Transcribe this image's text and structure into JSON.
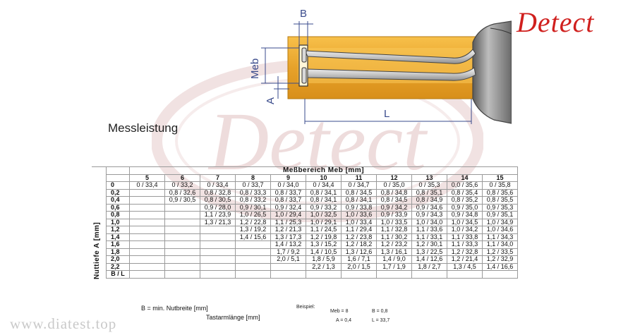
{
  "brand": "Detect",
  "watermark": "Detect",
  "url": "www.diatest.top",
  "heading": "Messleistung",
  "diagram": {
    "labels": {
      "b": "B",
      "meb": "Meb",
      "a": "A",
      "l": "L"
    },
    "colors": {
      "block": "#e2a126",
      "block_light": "#f4c55c",
      "dim": "#3a4b8c"
    }
  },
  "table": {
    "title": "Meßbereich   Meb   [mm]",
    "side_label": "Nuttiefe   A   [mm]",
    "columns": [
      "5",
      "6",
      "7",
      "8",
      "9",
      "10",
      "11",
      "12",
      "13",
      "14",
      "15"
    ],
    "rows": [
      {
        "a": "0",
        "cells": [
          "0 / 33,4",
          "0 / 33,2",
          "0 / 33,4",
          "0 / 33,7",
          "0 / 34,0",
          "0 / 34,4",
          "0 / 34,7",
          "0 / 35,0",
          "0 / 35,3",
          "0,0 / 35,6",
          "0 / 35,8"
        ]
      },
      {
        "a": "0,2",
        "cells": [
          "",
          "0,8 / 32,6",
          "0,8 / 32,8",
          "0,8 / 33,3",
          "0,8 / 33,7",
          "0,8 / 34,1",
          "0,8 / 34,5",
          "0,8 / 34,8",
          "0,8 / 35,1",
          "0,8 / 35,4",
          "0,8 / 35,6"
        ]
      },
      {
        "a": "0,4",
        "cells": [
          "",
          "0,9 / 30,5",
          "0,8 / 30,5",
          "0,8 / 33,2",
          "0,8 / 33,7",
          "0,8 / 34,1",
          "0,8 / 34,1",
          "0,8 / 34,5",
          "0,8 / 34,9",
          "0,8 / 35,2",
          "0,8 / 35,5"
        ]
      },
      {
        "a": "0,6",
        "cells": [
          "",
          "",
          "0,9 / 28,0",
          "0,9 / 30,1",
          "0,9 / 32,4",
          "0,9 / 33,2",
          "0,9 / 33,8",
          "0,9 / 34,2",
          "0,9 / 34,6",
          "0,9 / 35,0",
          "0,9 / 35,3"
        ]
      },
      {
        "a": "0,8",
        "cells": [
          "",
          "",
          "1,1 / 23,9",
          "1,0 / 26,5",
          "1,0 / 29,4",
          "1,0 / 32,5",
          "1,0 / 33,6",
          "0,9 / 33,9",
          "0,9 / 34,3",
          "0,9 / 34,8",
          "0,9 / 35,1"
        ]
      },
      {
        "a": "1,0",
        "cells": [
          "",
          "",
          "1,3 / 21,3",
          "1,2 / 22,8",
          "1,1 / 25,3",
          "1,0 / 29,1",
          "1,0 / 33,4",
          "1,0 / 33,5",
          "1,0 / 34,0",
          "1,0 / 34,5",
          "1,0 / 34,9"
        ]
      },
      {
        "a": "1,2",
        "cells": [
          "",
          "",
          "",
          "1,3 / 19,2",
          "1,2 / 21,3",
          "1,1 / 24,5",
          "1,1 / 29,4",
          "1,1 / 32,8",
          "1,1 / 33,6",
          "1,0 / 34,2",
          "1,0 / 34,6"
        ]
      },
      {
        "a": "1,4",
        "cells": [
          "",
          "",
          "",
          "1,4 / 15,6",
          "1,3 / 17,3",
          "1,2 / 19,8",
          "1,2 / 23,8",
          "1,1 / 30,2",
          "1,1 / 33,1",
          "1,1 / 33,8",
          "1,1 / 34,3"
        ]
      },
      {
        "a": "1,6",
        "cells": [
          "",
          "",
          "",
          "",
          "1,4 / 13,2",
          "1,3 / 15,2",
          "1,2 / 18,2",
          "1,2 / 23,2",
          "1,2 / 30,1",
          "1,1 / 33,3",
          "1,1 / 34,0"
        ]
      },
      {
        "a": "1,8",
        "cells": [
          "",
          "",
          "",
          "",
          "1,7 / 9,2",
          "1,4 / 10,5",
          "1,3 / 12,6",
          "1,3 / 16,1",
          "1,3 / 22,5",
          "1,2 / 32,8",
          "1,2 / 33,5"
        ]
      },
      {
        "a": "2,0",
        "cells": [
          "",
          "",
          "",
          "",
          "2,0 / 5,1",
          "1,8 / 5,9",
          "1,6 / 7,1",
          "1,4 / 9,0",
          "1,4 / 12,6",
          "1,2 / 21,4",
          "1,2 / 32,9"
        ]
      },
      {
        "a": "2,2",
        "cells": [
          "",
          "",
          "",
          "",
          "",
          "2,2 / 1,3",
          "2,0 / 1,5",
          "1,7 / 1,9",
          "1,8 / 2,7",
          "1,3 / 4,5",
          "1,4 / 16,6"
        ]
      }
    ],
    "footer_label": "B / L"
  },
  "notes": {
    "b": "B = min. Nutbreite [mm]",
    "l": "Tastarmlänge [mm]",
    "example_label": "Beispiel:",
    "example": {
      "meb": "Meb  = 8",
      "a": "A  = 0,4",
      "b": "B  = 0,8",
      "l": "L  = 33,7"
    }
  }
}
